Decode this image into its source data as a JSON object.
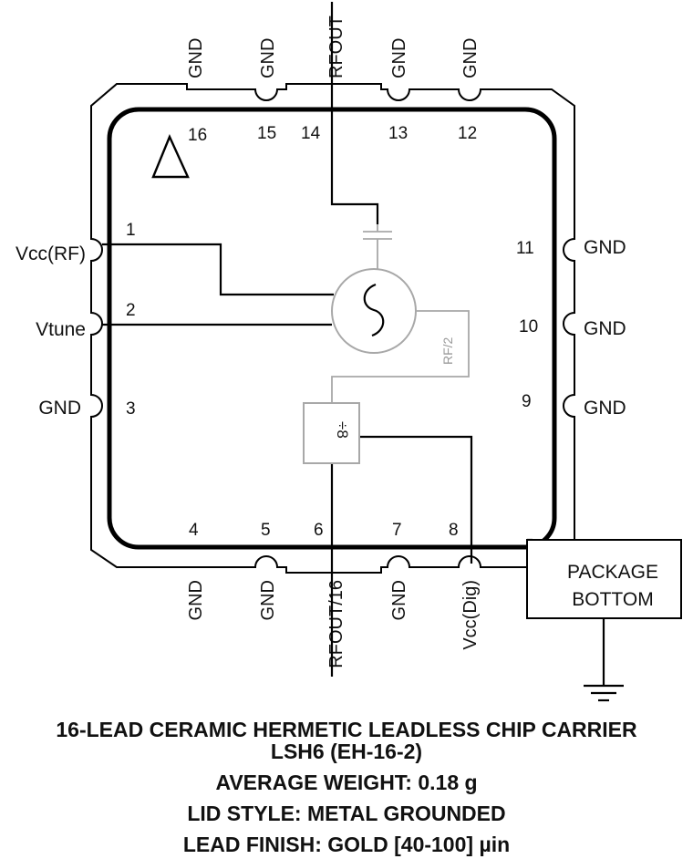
{
  "pins": {
    "top": [
      {
        "num": "16",
        "name": "GND"
      },
      {
        "num": "15",
        "name": "GND"
      },
      {
        "num": "14",
        "name": "RFOUT"
      },
      {
        "num": "13",
        "name": "GND"
      },
      {
        "num": "12",
        "name": "GND"
      }
    ],
    "bottom": [
      {
        "num": "4",
        "name": "GND"
      },
      {
        "num": "5",
        "name": "GND"
      },
      {
        "num": "6",
        "name": "RFOUT/16"
      },
      {
        "num": "7",
        "name": "GND"
      },
      {
        "num": "8",
        "name": "Vcc(Dig)"
      }
    ],
    "left": [
      {
        "num": "1",
        "name": "Vcc(RF)"
      },
      {
        "num": "2",
        "name": "Vtune"
      },
      {
        "num": "3",
        "name": "GND"
      }
    ],
    "right": [
      {
        "num": "11",
        "name": "GND"
      },
      {
        "num": "10",
        "name": "GND"
      },
      {
        "num": "9",
        "name": "GND"
      }
    ]
  },
  "internal": {
    "rf_half_label": "RF/2",
    "divider_label": "÷8"
  },
  "package_bottom": {
    "line1": "PACKAGE",
    "line2": "BOTTOM"
  },
  "caption": {
    "line1": "16-LEAD CERAMIC HERMETIC LEADLESS CHIP CARRIER",
    "line2": "LSH6 (EH-16-2)",
    "line3": "AVERAGE WEIGHT: 0.18 g",
    "line4": "LID STYLE: METAL GROUNDED",
    "line5": "LEAD FINISH: GOLD [40-100] µin"
  }
}
